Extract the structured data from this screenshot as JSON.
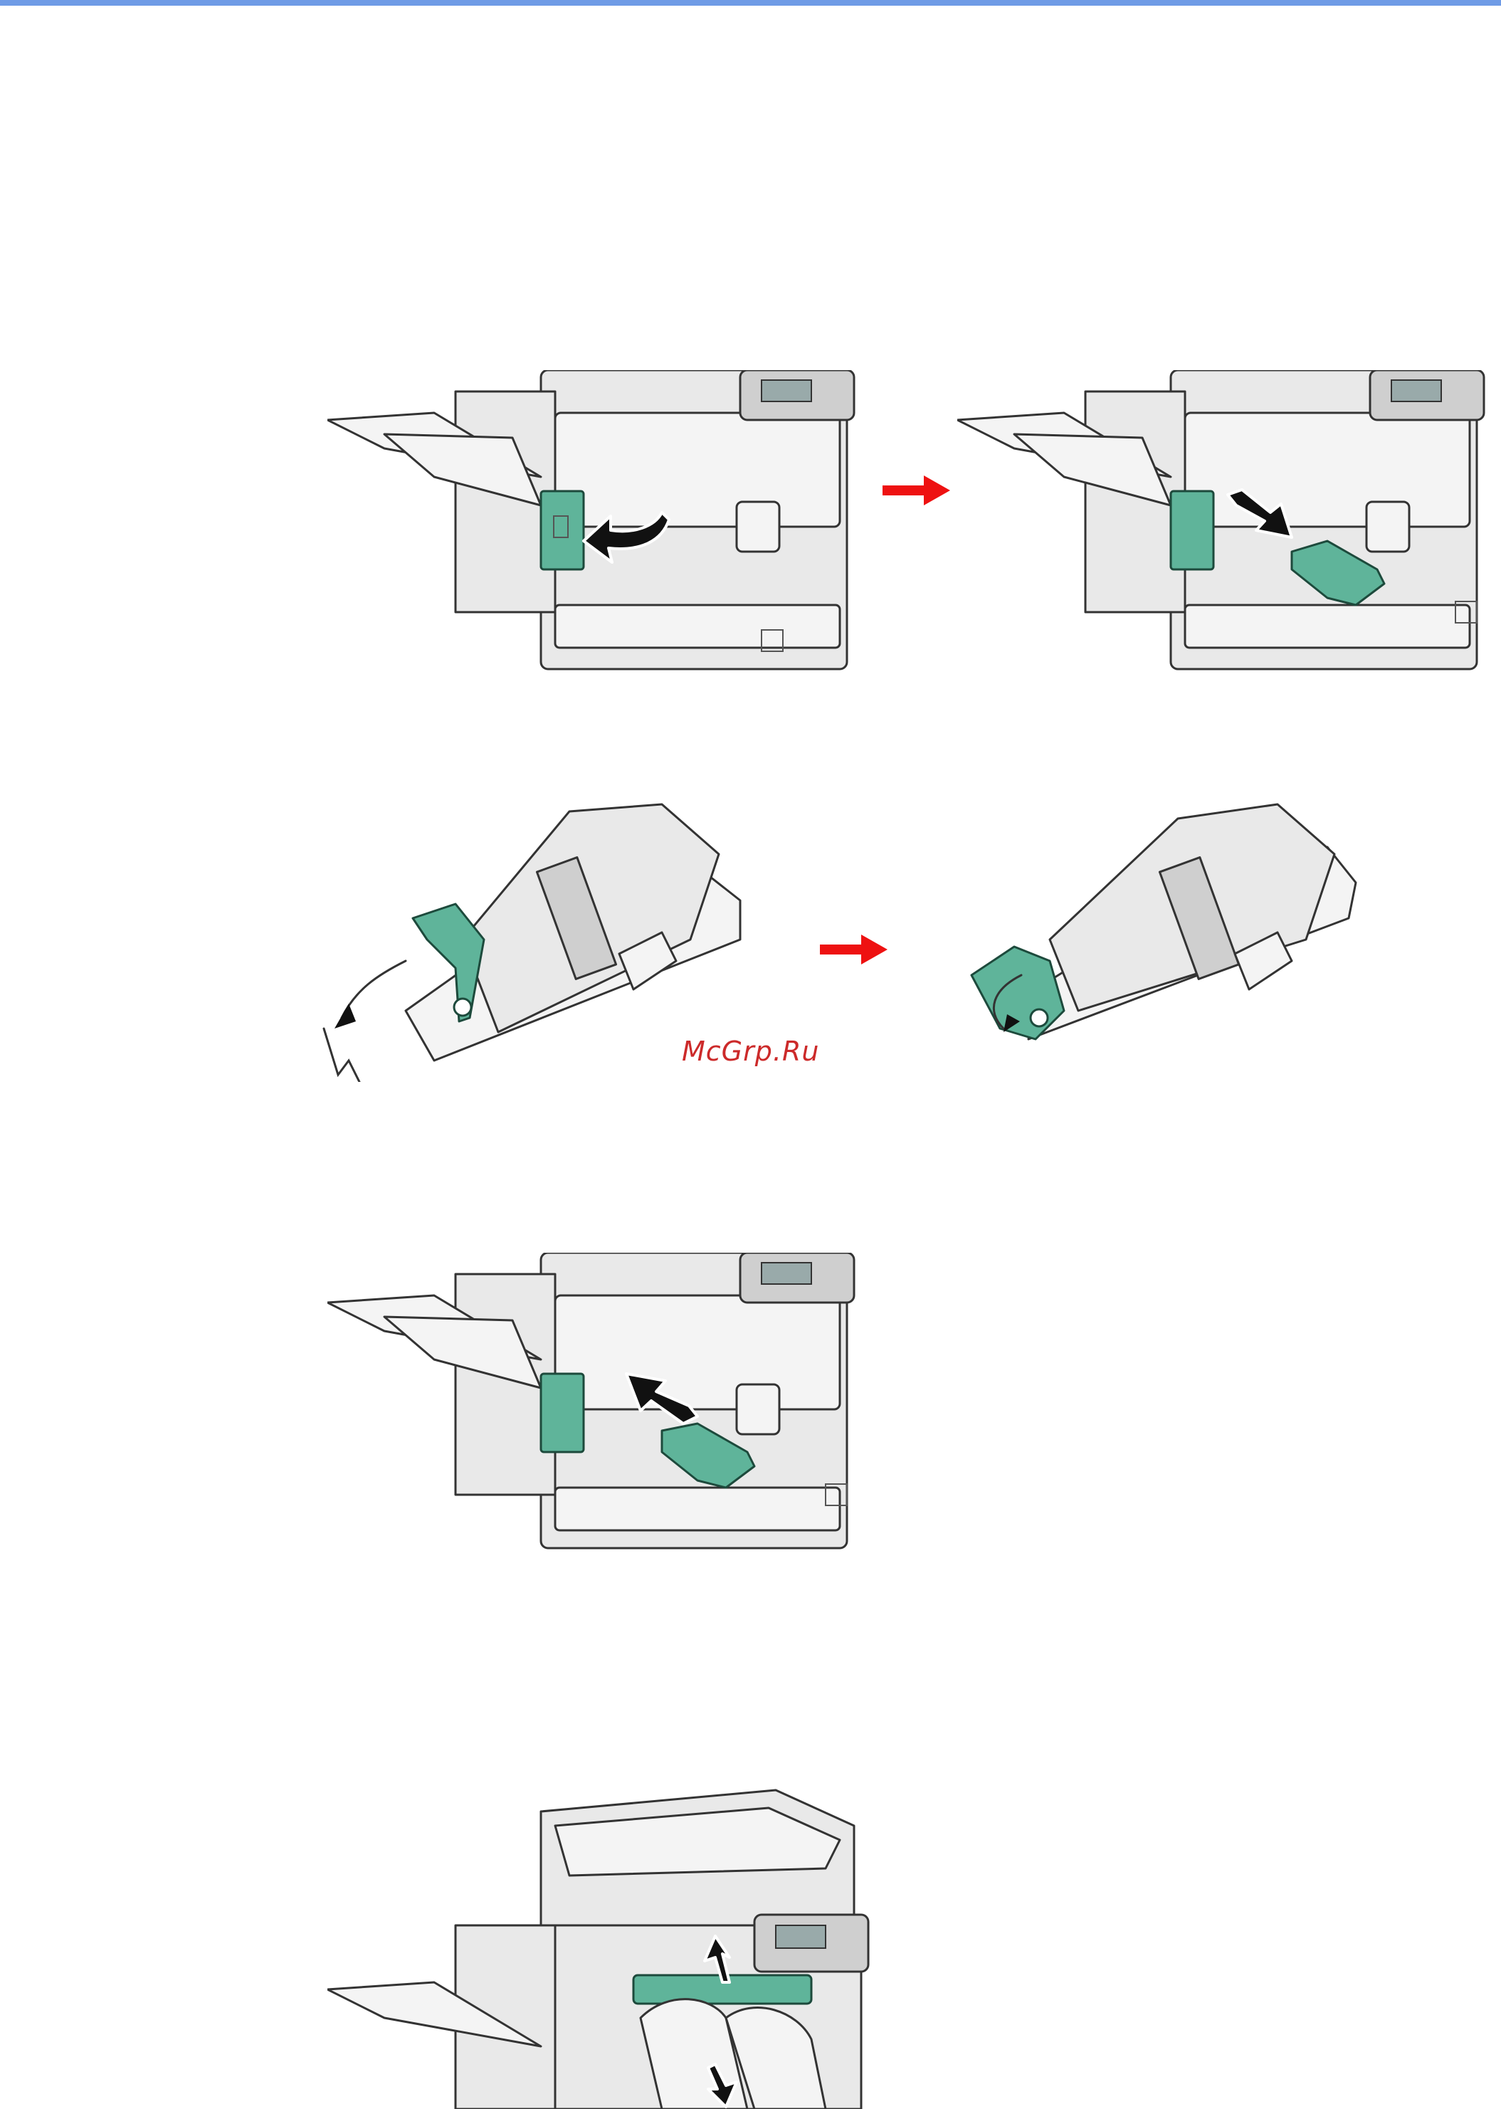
{
  "header": {
    "accent_color": "#6f9be6"
  },
  "watermark": {
    "text": "McGrp.Ru",
    "color": "#cc2a2a"
  },
  "figures": {
    "step1": {
      "icon": "printer-open-staple-door-illustration"
    },
    "step2": {
      "icon": "printer-remove-staple-cartridge-illustration"
    },
    "step3": {
      "icon": "staple-cartridge-open-illustration"
    },
    "step4": {
      "icon": "staple-cartridge-closed-illustration"
    },
    "step5": {
      "icon": "printer-insert-staple-cartridge-illustration"
    },
    "step6": {
      "icon": "printer-clear-staple-jam-hands-illustration"
    }
  },
  "arrows": {
    "color": "#ee1111",
    "icon": "next-step-arrow-icon"
  }
}
